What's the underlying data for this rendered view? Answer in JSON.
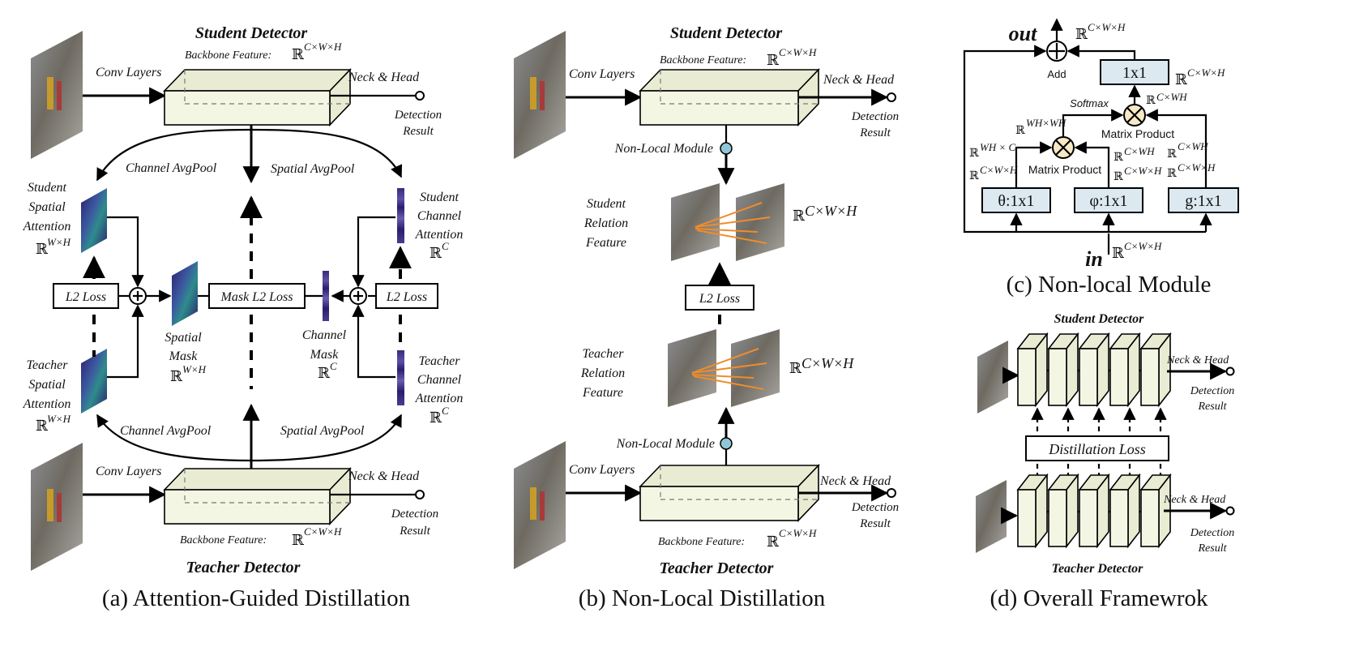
{
  "panel_a": {
    "title_top": "Student Detector",
    "title_bottom": "Teacher Detector",
    "conv_layers": "Conv Layers",
    "backbone_feature": "Backbone Feature:",
    "neck_head": "Neck & Head",
    "detection": "Detection",
    "result": "Result",
    "channel_avgpool": "Channel AvgPool",
    "spatial_avgpool": "Spatial AvgPool",
    "student_spatial_attention": [
      "Student",
      "Spatial",
      "Attention"
    ],
    "teacher_spatial_attention": [
      "Teacher",
      "Spatial",
      "Attention"
    ],
    "student_channel_attention": [
      "Student",
      "Channel",
      "Attention"
    ],
    "teacher_channel_attention": [
      "Teacher",
      "Channel",
      "Attention"
    ],
    "l2_loss": "L2 Loss",
    "mask_l2_loss": "Mask L2 Loss",
    "spatial_mask": [
      "Spatial",
      "Mask"
    ],
    "channel_mask": [
      "Channel",
      "Mask"
    ],
    "caption": "(a) Attention-Guided Distillation"
  },
  "panel_b": {
    "title_top": "Student Detector",
    "title_bottom": "Teacher Detector",
    "conv_layers": "Conv Layers",
    "backbone_feature": "Backbone Feature:",
    "neck_head": "Neck & Head",
    "detection": "Detection",
    "result": "Result",
    "non_local_module": "Non-Local Module",
    "student_relation": [
      "Student",
      "Relation",
      "Feature"
    ],
    "teacher_relation": [
      "Teacher",
      "Relation",
      "Feature"
    ],
    "l2_loss": "L2 Loss",
    "caption": "(b) Non-Local Distillation"
  },
  "panel_c": {
    "out": "out",
    "in": "in",
    "add": "Add",
    "softmax": "Softmax",
    "matrix_product": "Matrix Product",
    "conv_1x1": "1x1",
    "theta": "θ:1x1",
    "phi": "φ:1x1",
    "g": "g:1x1",
    "caption": "(c) Non-local Module"
  },
  "panel_d": {
    "title_top": "Student Detector",
    "title_bottom": "Teacher Detector",
    "neck_head": "Neck & Head",
    "detection": "Detection",
    "result": "Result",
    "distillation_loss": "Distillation Loss",
    "caption": "(d) Overall Framewrok"
  },
  "math": {
    "R": "ℝ",
    "cwh": "C×W×H",
    "wh": "W×H",
    "c": "C",
    "whwh": "WH×WH",
    "whc": "WH × C",
    "cwh2": "C×WH"
  },
  "colors": {
    "feature_fill": "#f4f6e4",
    "box_blue": "#dde9f0",
    "attention_purple": "#3b2a78",
    "attention_teal": "#2e8c8c",
    "non_local_dot": "#8fc7d8",
    "relation_lines": "#f08c2a"
  }
}
